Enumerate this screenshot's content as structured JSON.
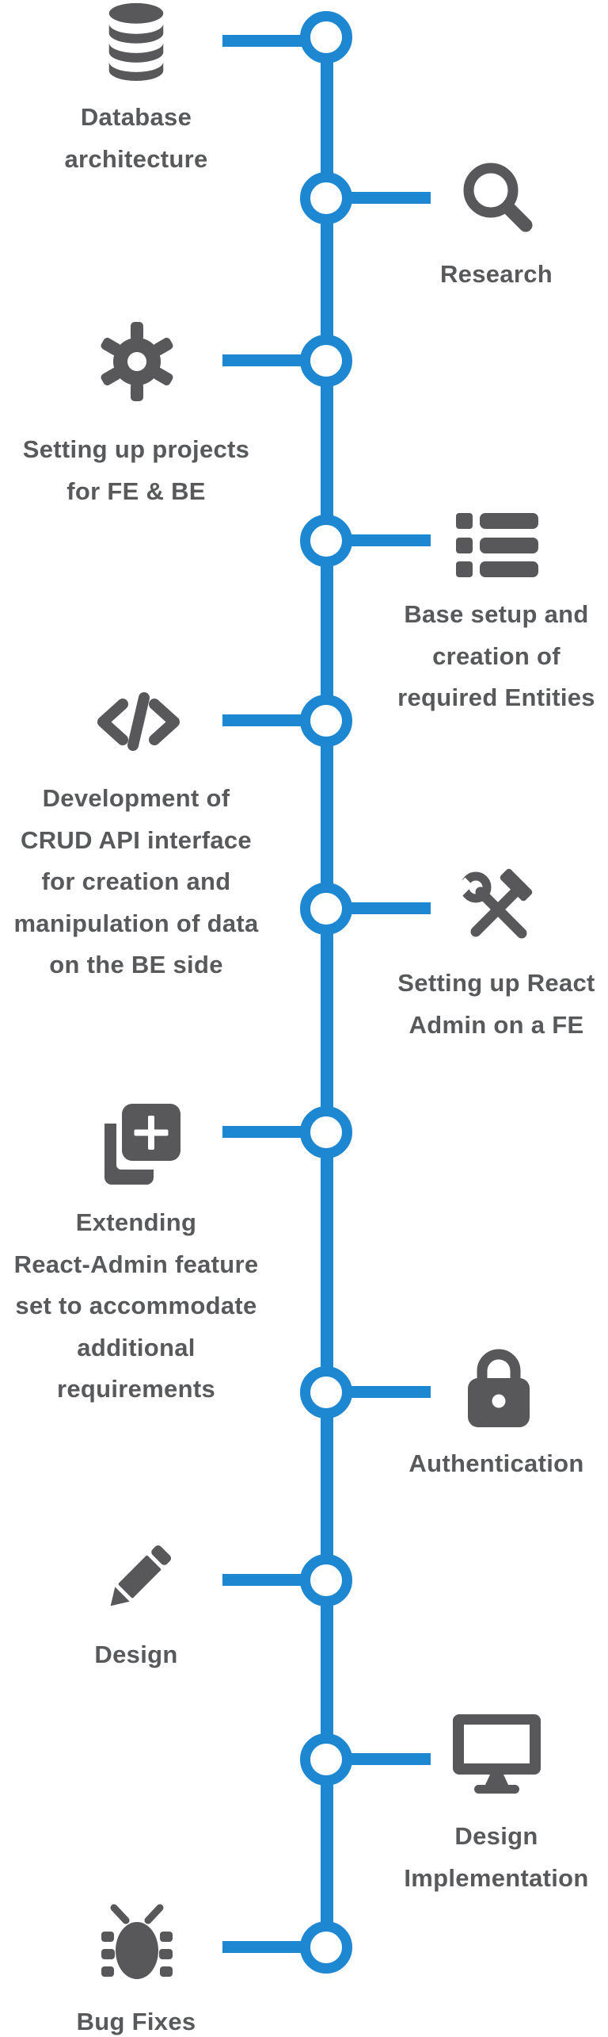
{
  "timeline": {
    "accent_color": "#1e87d2",
    "icon_color": "#58585a",
    "text_color": "#58595b",
    "node_count": 11,
    "steps": [
      {
        "label": "Database architecture",
        "side": "left",
        "icon": "database-icon",
        "lines": [
          "Database",
          "architecture"
        ]
      },
      {
        "label": "Research",
        "side": "right",
        "icon": "search-icon",
        "lines": [
          "Research"
        ]
      },
      {
        "label": "Setting up projects for FE & BE",
        "side": "left",
        "icon": "gear-icon",
        "lines": [
          "Setting up projects",
          "for FE & BE"
        ]
      },
      {
        "label": "Base setup and creation of required Entities",
        "side": "right",
        "icon": "list-icon",
        "lines": [
          "Base setup and",
          "creation of",
          "required Entities"
        ]
      },
      {
        "label": "Development of CRUD API interface for creation and manipulation of data on the BE side",
        "side": "left",
        "icon": "code-icon",
        "lines": [
          "Development of",
          "CRUD API interface",
          "for creation and",
          "manipulation of data",
          "on the BE side"
        ]
      },
      {
        "label": "Setting up React Admin on a FE",
        "side": "right",
        "icon": "tools-icon",
        "lines": [
          "Setting up React",
          "Admin on a FE"
        ]
      },
      {
        "label": "Extending React-Admin feature set to accommodate additional requirements",
        "side": "left",
        "icon": "copy-plus-icon",
        "lines": [
          "Extending",
          "React-Admin feature",
          "set to accommodate",
          "additional",
          "requirements"
        ]
      },
      {
        "label": "Authentication",
        "side": "right",
        "icon": "lock-icon",
        "lines": [
          "Authentication"
        ]
      },
      {
        "label": "Design",
        "side": "left",
        "icon": "pencil-icon",
        "lines": [
          "Design"
        ]
      },
      {
        "label": "Design Implementation",
        "side": "right",
        "icon": "monitor-icon",
        "lines": [
          "Design",
          "Implementation"
        ]
      },
      {
        "label": "Bug Fixes",
        "side": "left",
        "icon": "bug-icon",
        "lines": [
          "Bug Fixes"
        ]
      }
    ]
  }
}
